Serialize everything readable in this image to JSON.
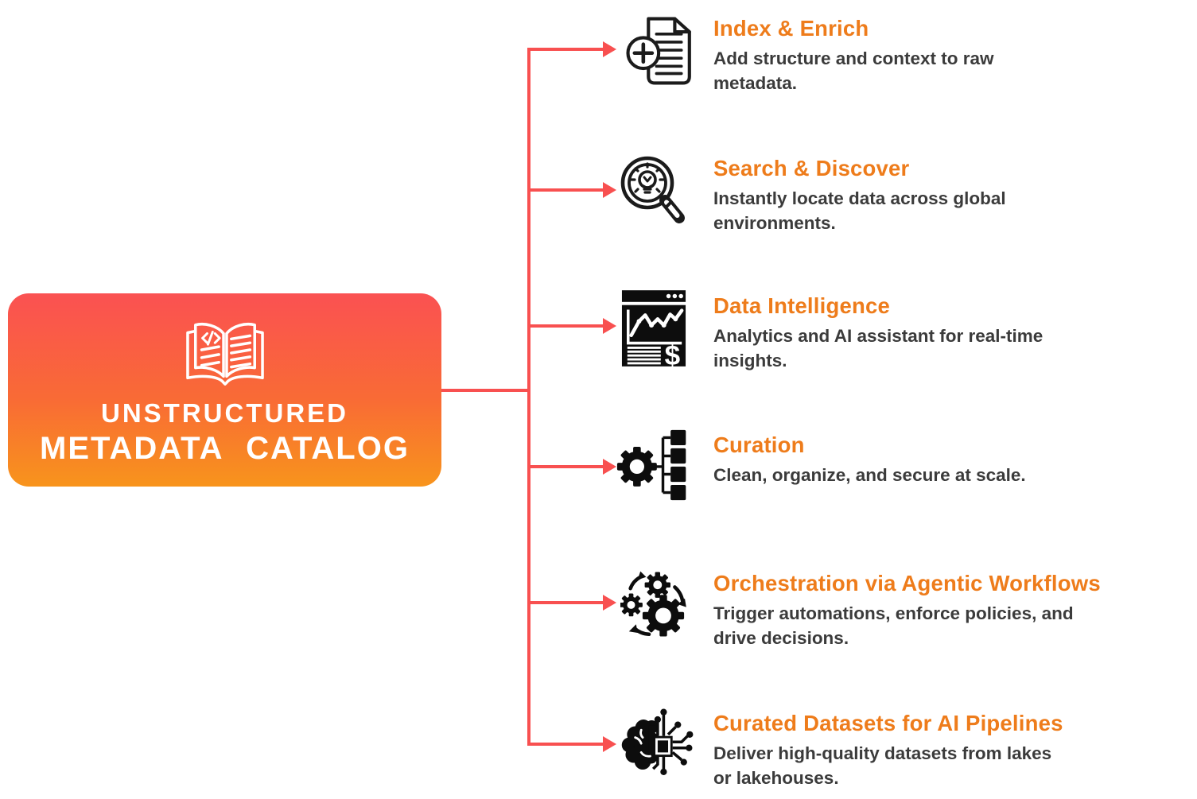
{
  "diagram": {
    "source": {
      "title_line1": "UNSTRUCTURED",
      "title_line2": "METADATA CATALOG",
      "icon": "open-book-code-icon"
    },
    "items": [
      {
        "heading": "Index & Enrich",
        "body": "Add structure and context to raw\nmetadata.",
        "icon": "document-plus-icon"
      },
      {
        "heading": "Search & Discover",
        "body": "Instantly locate data across global\nenvironments.",
        "icon": "search-lightbulb-icon"
      },
      {
        "heading": "Data Intelligence",
        "body": "Analytics and AI assistant for real-time\ninsights.",
        "icon": "analytics-report-icon"
      },
      {
        "heading": "Curation",
        "body": "Clean, organize, and secure at scale.",
        "icon": "gear-hierarchy-icon"
      },
      {
        "heading": "Orchestration via Agentic Workflows",
        "body": "Trigger automations, enforce policies, and\ndrive decisions.",
        "icon": "gears-cycle-icon"
      },
      {
        "heading": "Curated Datasets for AI Pipelines",
        "body": "Deliver high-quality datasets from lakes\nor lakehouses.",
        "icon": "brain-circuit-icon"
      }
    ],
    "colors": {
      "heading_orange": "#EE7C1B",
      "body_text": "#3B3B3B",
      "connector_red": "#F85050",
      "box_gradient_top": "#FA5152",
      "box_gradient_bottom": "#F8941C",
      "icon_black": "#0D0D0D"
    }
  }
}
